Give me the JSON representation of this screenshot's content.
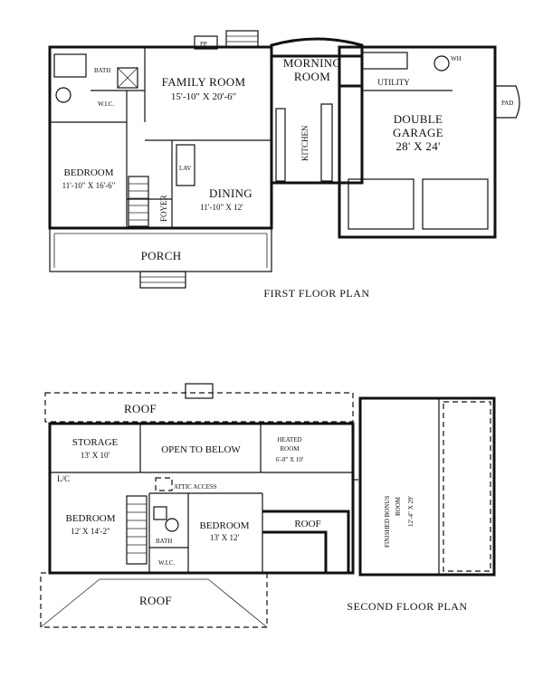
{
  "first_floor": {
    "caption": "FIRST FLOOR PLAN",
    "rooms": {
      "family_room": {
        "name": "FAMILY ROOM",
        "size": "15'-10\" X 20'-6\""
      },
      "morning_room_l1": "MORNING",
      "morning_room_l2": "ROOM",
      "double_garage_l1": "DOUBLE",
      "double_garage_l2": "GARAGE",
      "double_garage_size": "28' X 24'",
      "bedroom": {
        "name": "BEDROOM",
        "size": "11'-10\" X 16'-6\""
      },
      "dining": {
        "name": "DINING",
        "size": "11'-10\" X 12'"
      },
      "kitchen": "KITCHEN",
      "foyer": "FOYER",
      "porch": "PORCH",
      "utility": "UTILITY",
      "bath": "BATH",
      "wic": "W.I.C.",
      "lav": "LAV",
      "pad": "PAD",
      "pp": "PP",
      "wh": "WH"
    }
  },
  "second_floor": {
    "caption": "SECOND FLOOR PLAN",
    "rooms": {
      "roof_top": "ROOF",
      "roof_mid": "ROOF",
      "roof_bottom": "ROOF",
      "storage": {
        "name": "STORAGE",
        "size": "13' X 10'"
      },
      "open_to_below": "OPEN TO BELOW",
      "heated_room": {
        "name": "HEATED",
        "name2": "ROOM",
        "size": "6'-8\" X 10'"
      },
      "attic_access": "ATTIC ACCESS",
      "bedroom_left": {
        "name": "BEDROOM",
        "size": "12' X 14'-2\""
      },
      "bedroom_right": {
        "name": "BEDROOM",
        "size": "13' X 12'"
      },
      "bath": "BATH",
      "wic": "W.I.C.",
      "lc": "L/C",
      "bonus_room": {
        "name": "FINISHED BONUS",
        "name2": "ROOM",
        "size": "12'-4\" X 29'"
      }
    }
  }
}
